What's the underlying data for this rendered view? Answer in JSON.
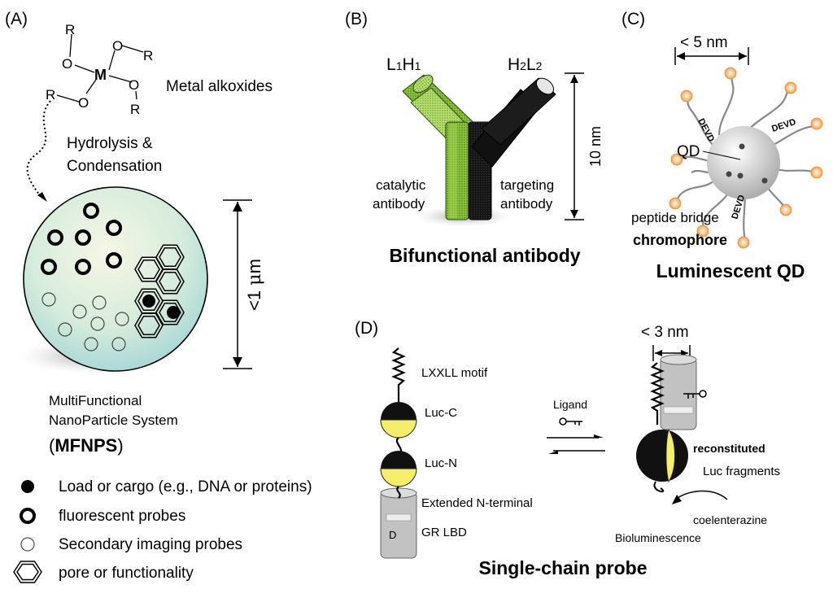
{
  "panel_a": {
    "label": "(A)",
    "r1": "R",
    "r2": "R",
    "r3": "R",
    "r4": "R",
    "o1": "O",
    "o2": "O",
    "o3": "O",
    "o4": "O",
    "metal": "M",
    "metal_alkoxides": "Metal alkoxides",
    "hydrolysis": "Hydrolysis &",
    "condensation": "Condensation",
    "size_prefix": "<1 ",
    "size_mu": "μ",
    "size_unit": "m",
    "system_line1": "MultiFunctional",
    "system_line2": "NanoParticle System",
    "abbr_open": "(",
    "abbr": "MFNPS",
    "abbr_close": ")",
    "legend": [
      {
        "label": "Load or cargo (e.g., DNA or proteins)"
      },
      {
        "label": "fluorescent probes"
      },
      {
        "label": "Secondary imaging probes"
      },
      {
        "label": "pore or functionality"
      }
    ]
  },
  "panel_b": {
    "label": "(B)",
    "l1h1_a": "L",
    "l1h1_b": "1",
    "l1h1_c": "H",
    "l1h1_d": "1",
    "h2l2_a": "H",
    "h2l2_b": "2",
    "h2l2_c": "L",
    "h2l2_d": "2",
    "size": "10 nm",
    "catalytic_line1": "catalytic",
    "catalytic_line2": "antibody",
    "targeting_line1": "targeting",
    "targeting_line2": "antibody",
    "title": "Bifunctional antibody"
  },
  "panel_c": {
    "label": "(C)",
    "size": "< 5 nm",
    "qd": "QD",
    "devd": "DEVD",
    "peptide": "peptide bridge",
    "chromophore": "chromophore",
    "title": "Luminescent QD"
  },
  "panel_d": {
    "label": "(D)",
    "size": "< 3 nm",
    "lxxll": "LXXLL motif",
    "luc_c": "Luc-C",
    "luc_n": "Luc-N",
    "ext_n": "Extended N-terminal",
    "gr_lbd": "GR LBD",
    "ligand": "Ligand",
    "reconstituted": "reconstituted",
    "luc_fragments": "Luc fragments",
    "coelenterazine": "coelenterazine",
    "bioluminescence": "Bioluminescence",
    "title": "Single-chain probe"
  },
  "colors": {
    "sphere_light": "#f4f4e4",
    "sphere_teal": "#a8d8d8",
    "catalytic_green": "#8cc43c",
    "luc_yellow": "#f8f070",
    "chromophore_orange": "#f7b366"
  }
}
